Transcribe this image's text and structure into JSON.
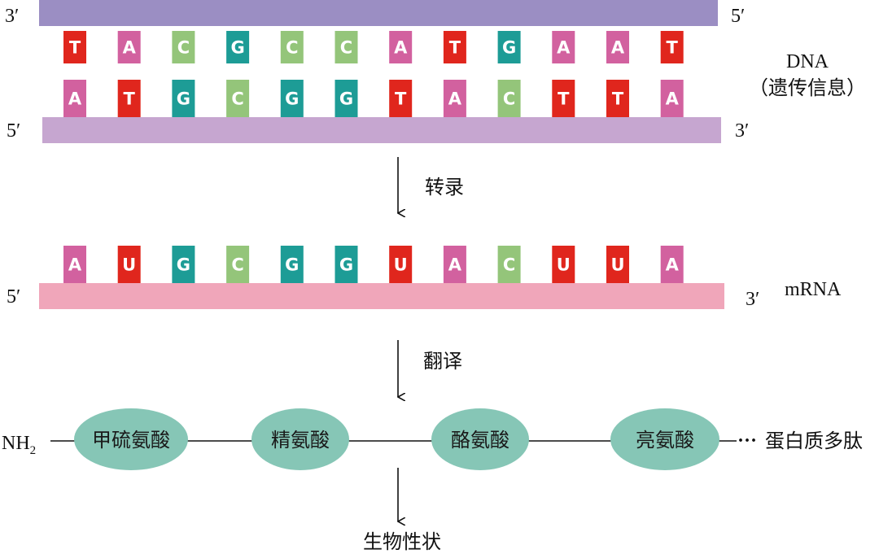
{
  "colors": {
    "A": "#d2619f",
    "T": "#e0261d",
    "U": "#e0261d",
    "C": "#94c57a",
    "G": "#1d9c96",
    "dna_top_strand": "#9b8ec3",
    "dna_bottom_strand": "#c6a6d0",
    "mrna_strand": "#f0a6ba",
    "amino_acid": "#86c6b6"
  },
  "dna": {
    "label": "DNA",
    "sublabel": "（遗传信息）",
    "top_strand": {
      "left_end": "3′",
      "right_end": "5′",
      "bases": [
        "T",
        "A",
        "C",
        "G",
        "C",
        "C",
        "A",
        "T",
        "G",
        "A",
        "A",
        "T"
      ]
    },
    "bottom_strand": {
      "left_end": "5′",
      "right_end": "3′",
      "bases": [
        "A",
        "T",
        "G",
        "C",
        "G",
        "G",
        "T",
        "A",
        "C",
        "T",
        "T",
        "A"
      ]
    }
  },
  "transcription": {
    "label": "转录"
  },
  "mrna": {
    "label": "mRNA",
    "left_end": "5′",
    "right_end": "3′",
    "bases": [
      "A",
      "U",
      "G",
      "C",
      "G",
      "G",
      "U",
      "A",
      "C",
      "U",
      "U",
      "A"
    ]
  },
  "translation": {
    "label": "翻译"
  },
  "protein": {
    "n_terminus": "NH",
    "n_terminus_sub": "2",
    "amino_acids": [
      "甲硫氨酸",
      "精氨酸",
      "酪氨酸",
      "亮氨酸"
    ],
    "ellipsis": "···",
    "label": "蛋白质多肽"
  },
  "outcome": {
    "label": "生物性状"
  }
}
